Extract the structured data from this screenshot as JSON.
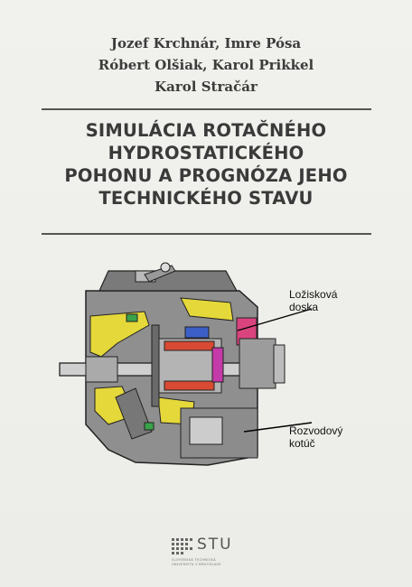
{
  "authors": [
    "Jozef Krchnár, Imre Pósa",
    "Róbert Olšiak, Karol Prikkel",
    "Karol Stračár"
  ],
  "title_lines": [
    "SIMULÁCIA ROTAČNÉHO",
    "HYDROSTATICKÉHO",
    "POHONU A PROGNÓZA JEHO",
    "TECHNICKÉHO STAVU"
  ],
  "figure": {
    "callouts": [
      {
        "line1": "Ložisková",
        "line2": "doska"
      },
      {
        "line1": "Rozvodový",
        "line2": "kotúč"
      }
    ]
  },
  "publisher": {
    "logo_text": "STU",
    "sub_line1": "SLOVENSKÁ TECHNICKÁ",
    "sub_line2": "UNIVERZITA V BRATISLAVE"
  }
}
